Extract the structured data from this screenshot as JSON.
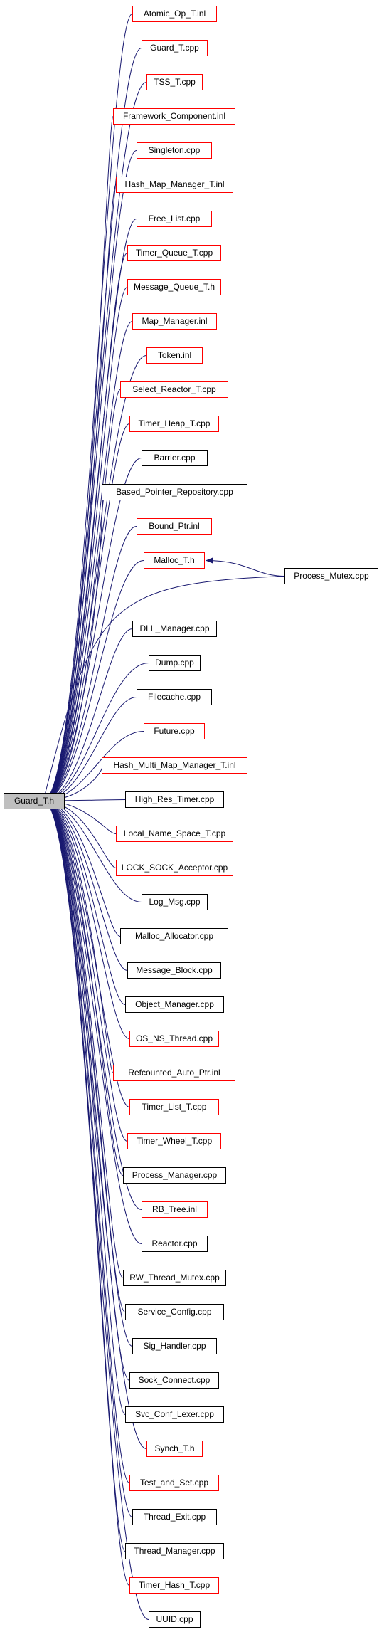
{
  "graph": {
    "root": "Guard_T.h",
    "edge_color": "#191970",
    "red_border_color": "#ff0000",
    "black_border_color": "#000000",
    "root_fill_color": "#bfbfbf",
    "nodes": [
      {
        "label": "Atomic_Op_T.inl",
        "border": "red"
      },
      {
        "label": "Guard_T.cpp",
        "border": "red"
      },
      {
        "label": "TSS_T.cpp",
        "border": "red"
      },
      {
        "label": "Framework_Component.inl",
        "border": "red"
      },
      {
        "label": "Singleton.cpp",
        "border": "red"
      },
      {
        "label": "Hash_Map_Manager_T.inl",
        "border": "red"
      },
      {
        "label": "Free_List.cpp",
        "border": "red"
      },
      {
        "label": "Timer_Queue_T.cpp",
        "border": "red"
      },
      {
        "label": "Message_Queue_T.h",
        "border": "red"
      },
      {
        "label": "Map_Manager.inl",
        "border": "red"
      },
      {
        "label": "Token.inl",
        "border": "red"
      },
      {
        "label": "Select_Reactor_T.cpp",
        "border": "red"
      },
      {
        "label": "Timer_Heap_T.cpp",
        "border": "red"
      },
      {
        "label": "Barrier.cpp",
        "border": "black"
      },
      {
        "label": "Based_Pointer_Repository.cpp",
        "border": "black"
      },
      {
        "label": "Bound_Ptr.inl",
        "border": "red"
      },
      {
        "label": "Malloc_T.h",
        "border": "red"
      },
      {
        "label": "DLL_Manager.cpp",
        "border": "black"
      },
      {
        "label": "Dump.cpp",
        "border": "black"
      },
      {
        "label": "Filecache.cpp",
        "border": "black"
      },
      {
        "label": "Future.cpp",
        "border": "red"
      },
      {
        "label": "Hash_Multi_Map_Manager_T.inl",
        "border": "red"
      },
      {
        "label": "High_Res_Timer.cpp",
        "border": "black"
      },
      {
        "label": "Local_Name_Space_T.cpp",
        "border": "red"
      },
      {
        "label": "LOCK_SOCK_Acceptor.cpp",
        "border": "red"
      },
      {
        "label": "Log_Msg.cpp",
        "border": "black"
      },
      {
        "label": "Malloc_Allocator.cpp",
        "border": "black"
      },
      {
        "label": "Message_Block.cpp",
        "border": "black"
      },
      {
        "label": "Object_Manager.cpp",
        "border": "black"
      },
      {
        "label": "OS_NS_Thread.cpp",
        "border": "red"
      },
      {
        "label": "Refcounted_Auto_Ptr.inl",
        "border": "red"
      },
      {
        "label": "Timer_List_T.cpp",
        "border": "red"
      },
      {
        "label": "Timer_Wheel_T.cpp",
        "border": "red"
      },
      {
        "label": "Process_Manager.cpp",
        "border": "black"
      },
      {
        "label": "RB_Tree.inl",
        "border": "red"
      },
      {
        "label": "Reactor.cpp",
        "border": "black"
      },
      {
        "label": "RW_Thread_Mutex.cpp",
        "border": "black"
      },
      {
        "label": "Service_Config.cpp",
        "border": "black"
      },
      {
        "label": "Sig_Handler.cpp",
        "border": "black"
      },
      {
        "label": "Sock_Connect.cpp",
        "border": "black"
      },
      {
        "label": "Svc_Conf_Lexer.cpp",
        "border": "black"
      },
      {
        "label": "Synch_T.h",
        "border": "red"
      },
      {
        "label": "Test_and_Set.cpp",
        "border": "red"
      },
      {
        "label": "Thread_Exit.cpp",
        "border": "black"
      },
      {
        "label": "Thread_Manager.cpp",
        "border": "black"
      },
      {
        "label": "Timer_Hash_T.cpp",
        "border": "red"
      },
      {
        "label": "UUID.cpp",
        "border": "black"
      }
    ],
    "side_nodes": [
      {
        "label": "Process_Mutex.cpp",
        "border": "black",
        "includes": "Malloc_T.h"
      }
    ]
  }
}
